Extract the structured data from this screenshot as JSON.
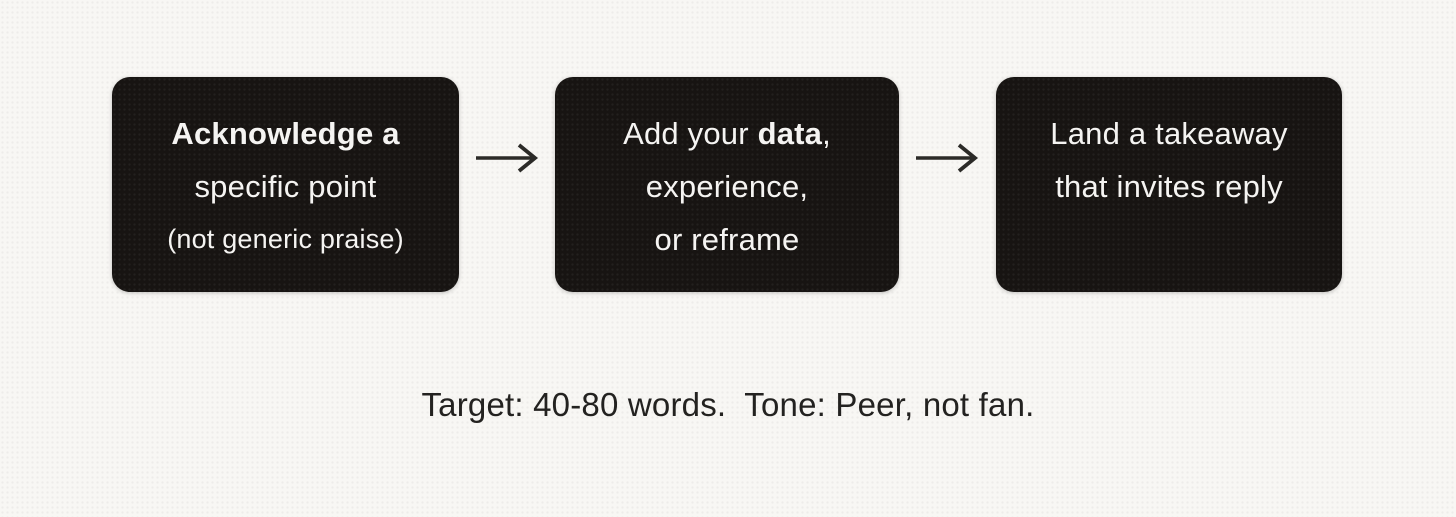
{
  "colors": {
    "background": "#f8f7f4",
    "box_background": "#171412",
    "box_text": "#f5f4f2",
    "arrow": "#2b2a27",
    "caption_text": "#232220"
  },
  "steps": [
    {
      "lines": [
        {
          "segments": [
            {
              "text": "Acknowledge a",
              "bold": true
            }
          ]
        },
        {
          "segments": [
            {
              "text": "specific point",
              "bold": false
            }
          ]
        },
        {
          "segments": [
            {
              "text": "(not generic praise)",
              "bold": false
            }
          ],
          "small": true
        }
      ]
    },
    {
      "lines": [
        {
          "segments": [
            {
              "text": "Add your ",
              "bold": false
            },
            {
              "text": "data",
              "bold": true
            },
            {
              "text": ",",
              "bold": false
            }
          ]
        },
        {
          "segments": [
            {
              "text": "experience,",
              "bold": false
            }
          ]
        },
        {
          "segments": [
            {
              "text": "or reframe",
              "bold": false
            }
          ]
        }
      ]
    },
    {
      "lines": [
        {
          "segments": [
            {
              "text": "Land a takeaway",
              "bold": false
            }
          ]
        },
        {
          "segments": [
            {
              "text": "that invites reply",
              "bold": false
            }
          ]
        }
      ]
    }
  ],
  "caption": {
    "part1": "Target: 40-80 words.",
    "part2": "Tone: Peer, not fan."
  }
}
